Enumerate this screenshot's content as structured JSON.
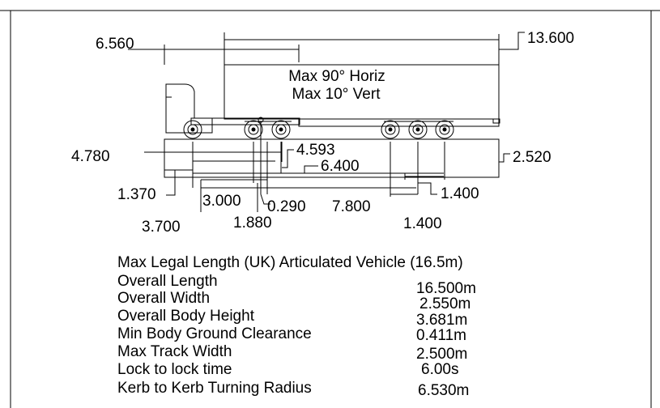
{
  "colors": {
    "line": "#000000",
    "background": "#ffffff"
  },
  "dimensions": {
    "trailer_length": "13.600",
    "kingpin_to_front": "6.560",
    "width_4780": "4.780",
    "width_4593": "4.593",
    "width_6400": "6.400",
    "height_2520": "2.520",
    "front_overhang": "1.370",
    "wheelbase_3000": "3.000",
    "axle_spacing_0290": "0.290",
    "kingpin_to_axle": "7.800",
    "rear_axle_spacing_upper": "1.400",
    "rear_axle_spacing_lower": "1.400",
    "cab_length": "3.700",
    "offset_1880": "1.880"
  },
  "notes": {
    "articulation_horizontal": "Max 90° Horiz",
    "articulation_vertical": "Max 10° Vert"
  },
  "specs": {
    "title": "Max Legal Length (UK) Articulated Vehicle (16.5m)",
    "rows": [
      {
        "label": "Overall Length",
        "value": "16.500m"
      },
      {
        "label": "Overall Width",
        "value": "2.550m"
      },
      {
        "label": "Overall Body Height",
        "value": "3.681m"
      },
      {
        "label": "Min Body Ground Clearance",
        "value": "0.411m"
      },
      {
        "label": "Max Track Width",
        "value": "2.500m"
      },
      {
        "label": "Lock to lock time",
        "value": "6.00s"
      },
      {
        "label": "Kerb to Kerb Turning Radius",
        "value": "6.530m"
      }
    ]
  }
}
